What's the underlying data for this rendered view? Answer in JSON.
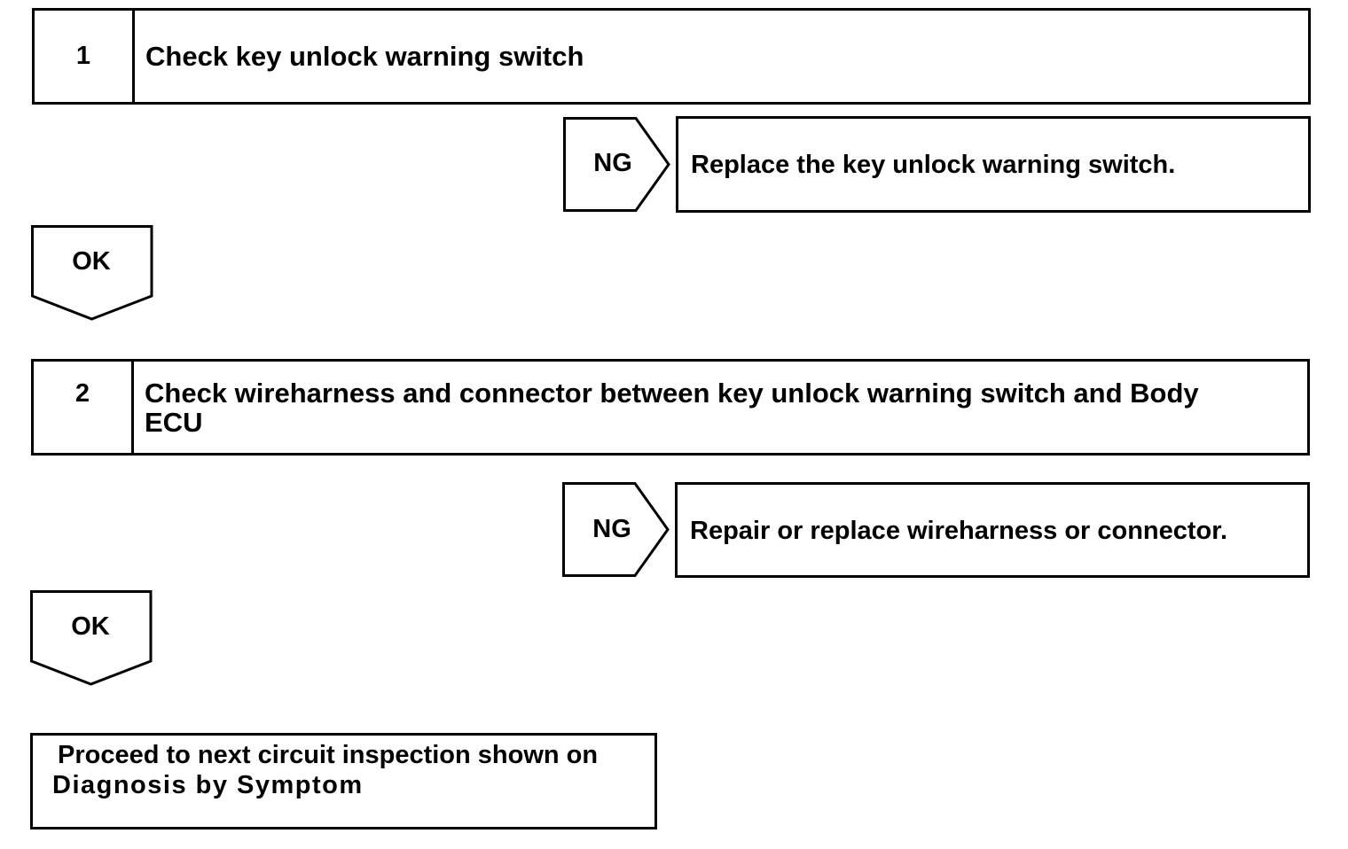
{
  "steps": [
    {
      "number": "1",
      "title": "Check key unlock warning switch",
      "ng_label": "NG",
      "ng_action": "Replace the key unlock warning switch.",
      "ok_label": "OK"
    },
    {
      "number": "2",
      "title_line1": "Check wireharness and connector between key unlock warning switch and Body",
      "title_line2": "ECU",
      "ng_label": "NG",
      "ng_action": "Repair or replace wireharness or connector.",
      "ok_label": "OK"
    }
  ],
  "final": {
    "line1": "Proceed to next circuit inspection shown on",
    "line2": "Diagnosis by Symptom"
  }
}
